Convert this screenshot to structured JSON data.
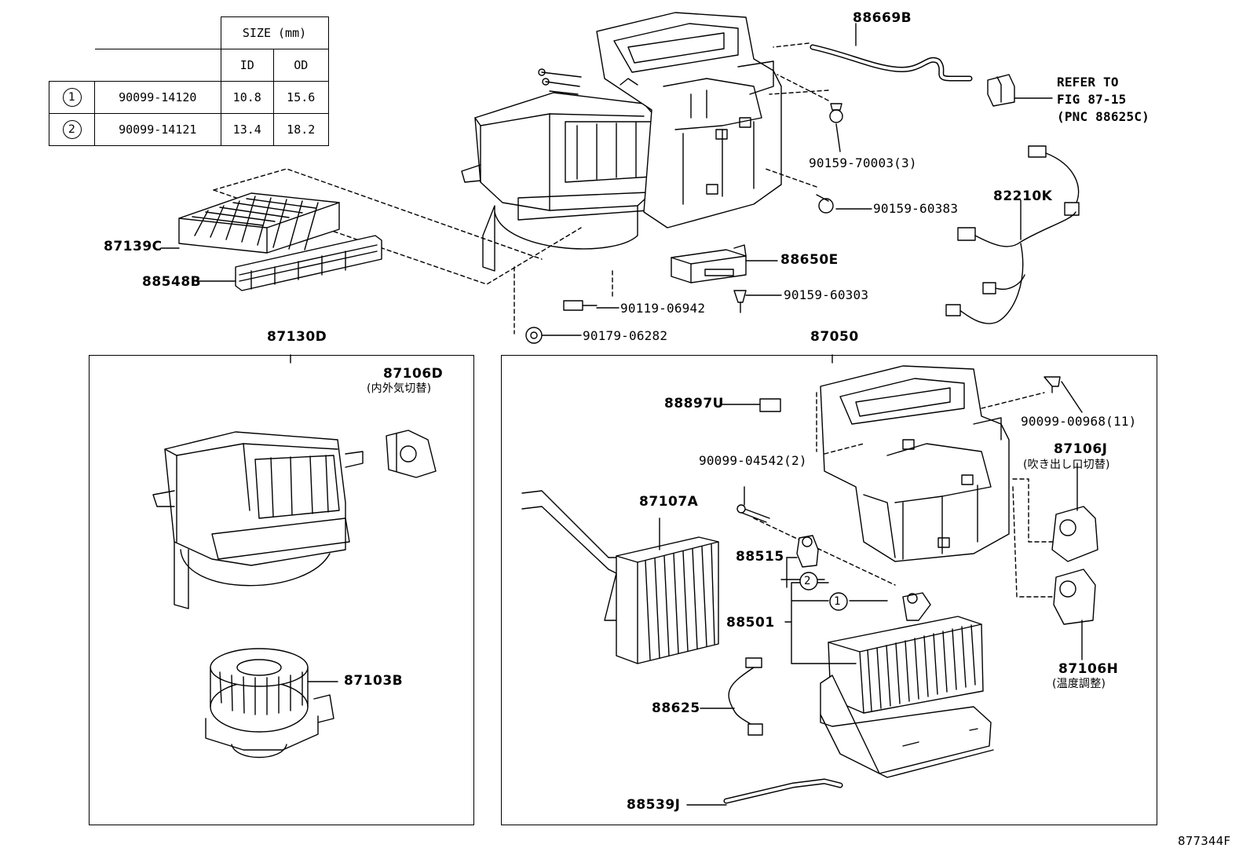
{
  "size_table": {
    "header": "SIZE (mm)",
    "col_id": "ID",
    "col_od": "OD",
    "rows": [
      {
        "key": "1",
        "part": "90099-14120",
        "id": "10.8",
        "od": "15.6"
      },
      {
        "key": "2",
        "part": "90099-14121",
        "id": "13.4",
        "od": "18.2"
      }
    ]
  },
  "labels": {
    "p88669B": "88669B",
    "refer1": "REFER TO",
    "refer2": "FIG 87-15",
    "refer3": "(PNC 88625C)",
    "p90159_70003": "90159-70003(3)",
    "p82210K": "82210K",
    "p90159_60383": "90159-60383",
    "p87139C": "87139C",
    "p88548B": "88548B",
    "p88650E": "88650E",
    "p90119_06942": "90119-06942",
    "p90159_60303": "90159-60303",
    "p90179_06282": "90179-06282",
    "p87130D": "87130D",
    "p87050": "87050",
    "p87106D": "87106D",
    "p87106D_jp": "(内外気切替)",
    "p87103B": "87103B",
    "p88897U": "88897U",
    "p90099_00968": "90099-00968(11)",
    "p90099_04542": "90099-04542(2)",
    "p87106J": "87106J",
    "p87106J_jp": "(吹き出し口切替)",
    "p87107A": "87107A",
    "p88515": "88515",
    "p88501": "88501",
    "p87106H": "87106H",
    "p87106H_jp": "(温度調整)",
    "p88625": "88625",
    "p88539J": "88539J",
    "circle1": "1",
    "circle2": "2",
    "figure_id": "877344F"
  }
}
